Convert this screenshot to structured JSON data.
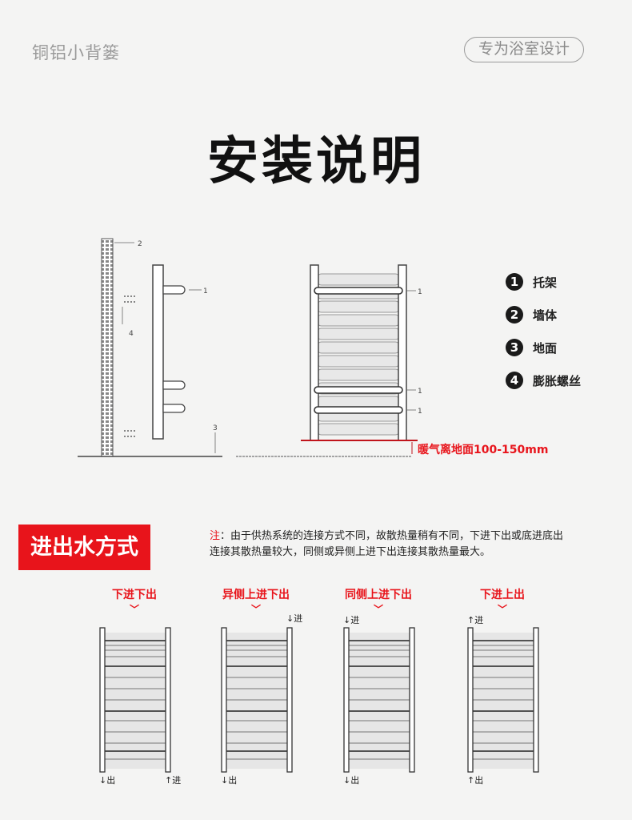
{
  "header": {
    "brand": "铜铝小背篓",
    "tagline": "专为浴室设计"
  },
  "title": "安装说明",
  "diagram": {
    "side_labels": {
      "wall": "2",
      "bracket": "1",
      "screw": "4",
      "floor": "3"
    },
    "front_labels": [
      "1",
      "1",
      "1"
    ],
    "gap_label": "暖气离地面100-150mm",
    "accent": "#e8141b"
  },
  "legend": [
    {
      "num": "1",
      "label": "托架"
    },
    {
      "num": "2",
      "label": "墙体"
    },
    {
      "num": "3",
      "label": "地面"
    },
    {
      "num": "4",
      "label": "膨胀螺丝"
    }
  ],
  "section": {
    "title": "进出水方式",
    "note_prefix": "注",
    "note_line1": "：由于供热系统的连接方式不同，故散热量稍有不同，下进下出或底进底出",
    "note_line2": "连接其散热量较大，同侧或异侧上进下出连接其散热量最大。"
  },
  "modes": [
    {
      "title": "下进下出",
      "chevron": "﹀",
      "flows": [
        {
          "text": "↓出",
          "pos": "bl"
        },
        {
          "text": "↑进",
          "pos": "br"
        }
      ]
    },
    {
      "title": "异侧上进下出",
      "chevron": "﹀",
      "flows": [
        {
          "text": "↓进",
          "pos": "tr"
        },
        {
          "text": "↓出",
          "pos": "bl"
        }
      ]
    },
    {
      "title": "同侧上进下出",
      "chevron": "﹀",
      "flows": [
        {
          "text": "↓进",
          "pos": "tl"
        },
        {
          "text": "↓出",
          "pos": "bl"
        }
      ]
    },
    {
      "title": "下进上出",
      "chevron": "﹀",
      "flows": [
        {
          "text": "↑进",
          "pos": "tl"
        },
        {
          "text": "↑出",
          "pos": "bl"
        }
      ]
    }
  ]
}
